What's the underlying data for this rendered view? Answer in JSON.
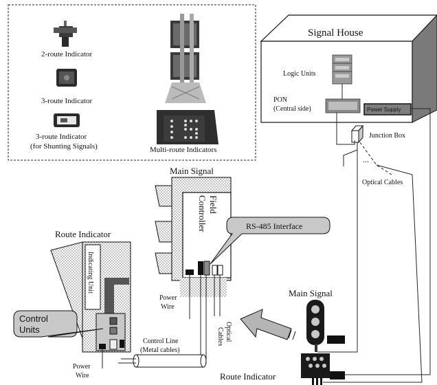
{
  "catalog": {
    "items": [
      {
        "label": "2-route Indicator"
      },
      {
        "label": "3-route Indicator"
      },
      {
        "label_line1": "3-route Indicator",
        "label_line2": "(for Shunting Signals)"
      },
      {
        "label": "Multi-route Indicators"
      }
    ]
  },
  "signal_house": {
    "title": "Signal House",
    "logic_units": "Logic Units",
    "pon_line1": "PON",
    "pon_line2": "(Central side)",
    "power_supply": "Power Supply"
  },
  "junction_box": "Junction Box",
  "optical_cables_top": "Optical Cables",
  "ellipsis": "...",
  "main_signal_box": {
    "title": "Main Signal",
    "field_controller_line1": "Field",
    "field_controller_line2": "Controller",
    "rs485_callout": "RS-485 Interface",
    "power_wire_line1": "Power",
    "power_wire_line2": "Wire",
    "optical_cables_vertical_1": "Optical",
    "optical_cables_vertical_2": "Cables"
  },
  "route_indicator_box": {
    "title": "Route Indicator",
    "indicating_unit": "Indicating Unit",
    "control_units_line1": "Control",
    "control_units_line2": "Units",
    "power_wire_line1": "Power",
    "power_wire_line2": "Wire"
  },
  "control_line": {
    "line1": "Control Line",
    "line2": "(Metal cables)"
  },
  "trackside": {
    "main_signal_label": "Main Signal",
    "route_indicator_label": "Route Indicator"
  },
  "colors": {
    "stipple": "#9a9a9a",
    "callout_fill": "#c8c8c8",
    "dark": "#111111"
  }
}
